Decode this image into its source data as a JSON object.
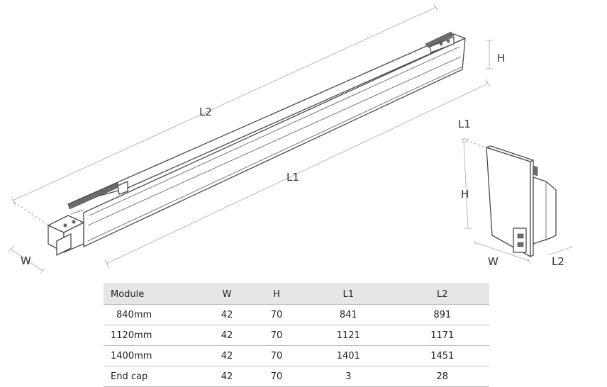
{
  "labels": {
    "main_l2": "L2",
    "main_l1": "L1",
    "main_h": "H",
    "main_w": "W",
    "cap_l1": "L1",
    "cap_h": "H",
    "cap_w": "W",
    "cap_l2": "L2"
  },
  "table": {
    "headers": [
      "Module",
      "W",
      "H",
      "L1",
      "L2"
    ],
    "rows": [
      [
        "840mm",
        "42",
        "70",
        "841",
        "891"
      ],
      [
        "1120mm",
        "42",
        "70",
        "1121",
        "1171"
      ],
      [
        "1400mm",
        "42",
        "70",
        "1401",
        "1451"
      ],
      [
        "End cap",
        "42",
        "70",
        "3",
        "28"
      ]
    ]
  }
}
